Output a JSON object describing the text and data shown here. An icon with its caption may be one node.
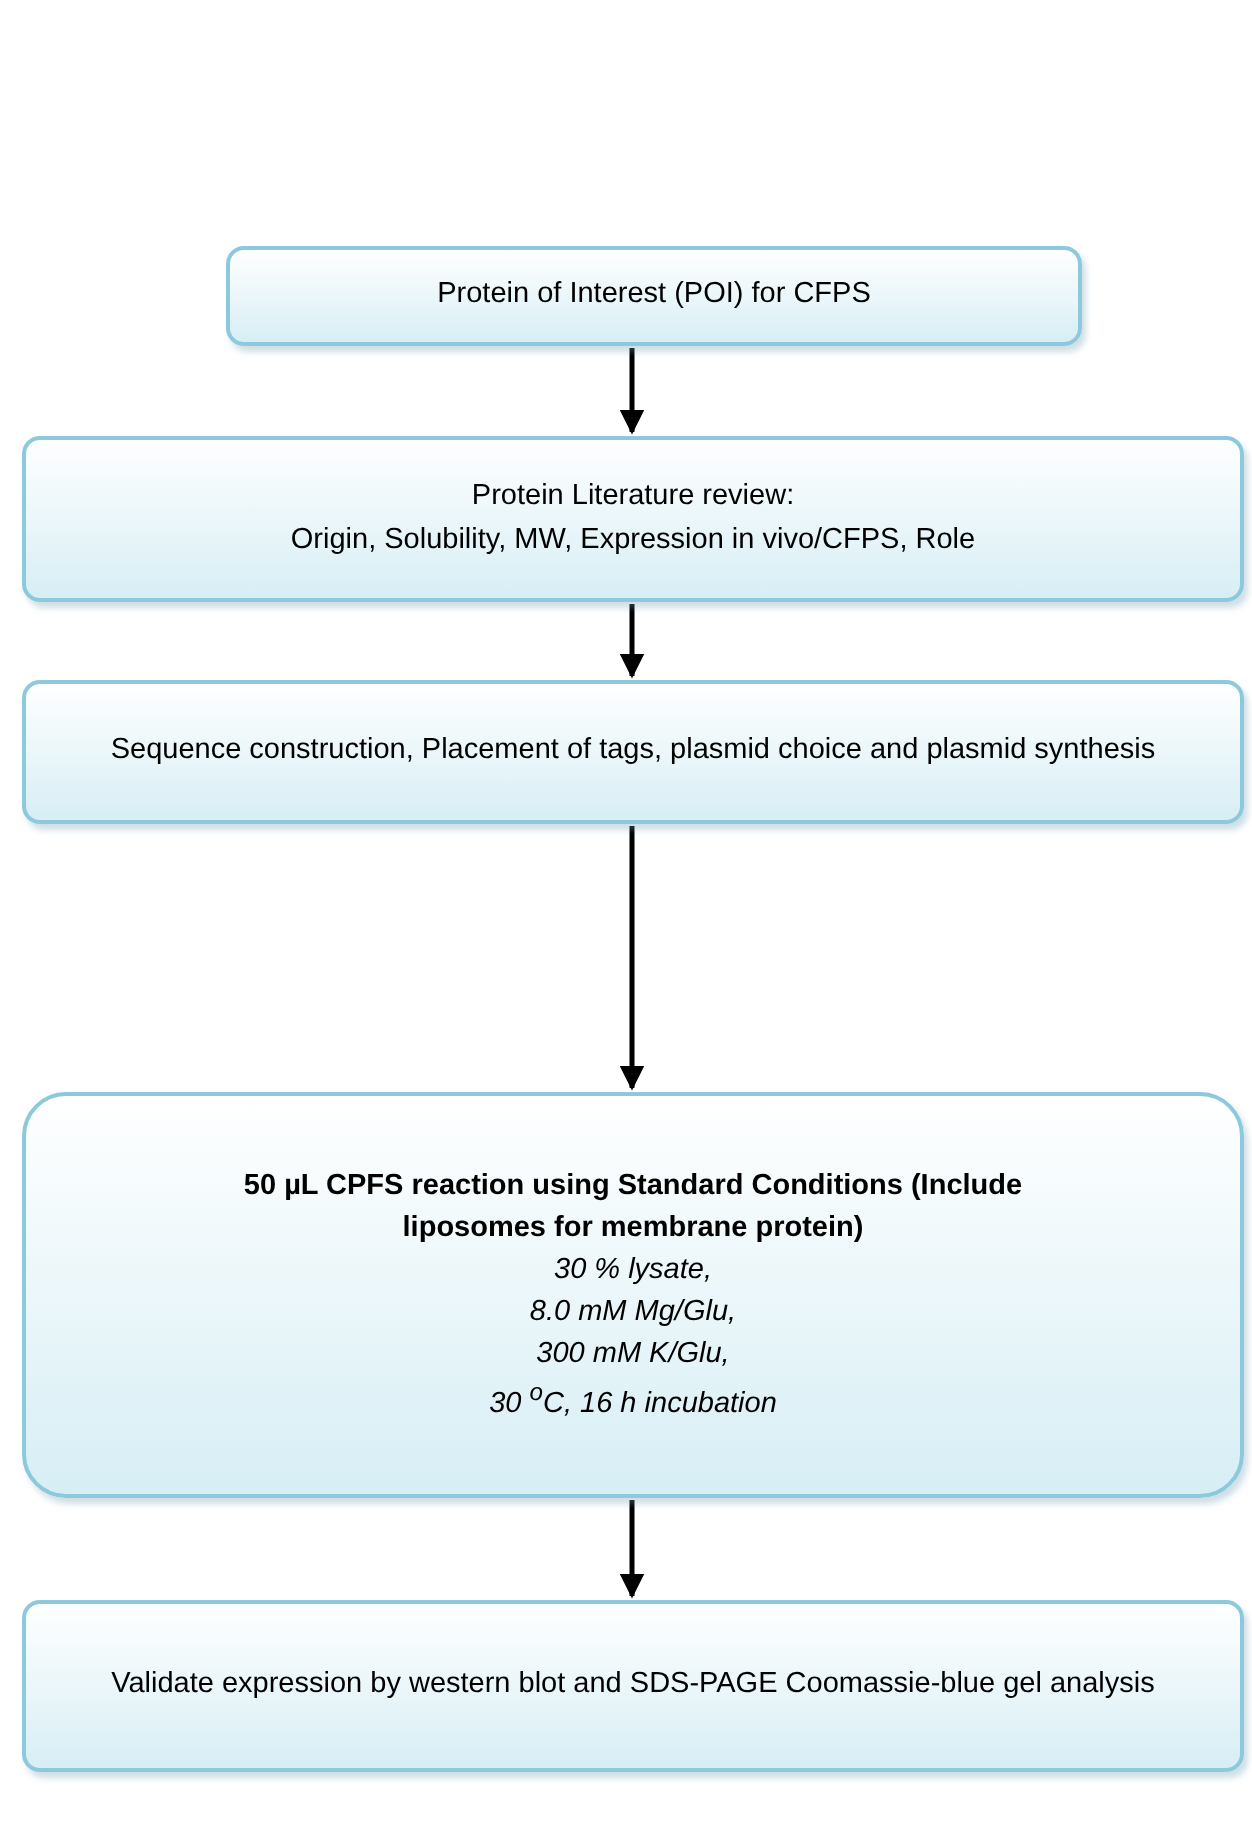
{
  "diagram": {
    "nodes": [
      {
        "text": [
          "Protein of Interest (POI) for CFPS"
        ]
      },
      {
        "text": [
          "Protein Literature review:",
          "Origin, Solubility, MW, Expression in vivo/CFPS, Role"
        ]
      },
      {
        "text": [
          "Sequence construction, Placement of tags, plasmid choice and plasmid synthesis"
        ]
      },
      {
        "text": [
          "50 µL CPFS reaction using Standard Conditions (Include liposomes for membrane protein)",
          "30 % lysate,",
          "8.0 mM Mg/Glu,",
          "300 mM K/Glu,",
          "30 $^{o}$C, 16 h incubation"
        ]
      },
      {
        "text": [
          "Validate expression by western blot and SDS-PAGE Coomassie-blue gel analysis"
        ]
      }
    ],
    "edges": [
      {
        "from": 0,
        "to": 1,
        "arrow": "to"
      },
      {
        "from": 1,
        "to": 2,
        "arrow": "to"
      },
      {
        "from": 2,
        "to": 3,
        "arrow": "to"
      },
      {
        "from": 3,
        "to": 4,
        "arrow": "to"
      }
    ]
  }
}
